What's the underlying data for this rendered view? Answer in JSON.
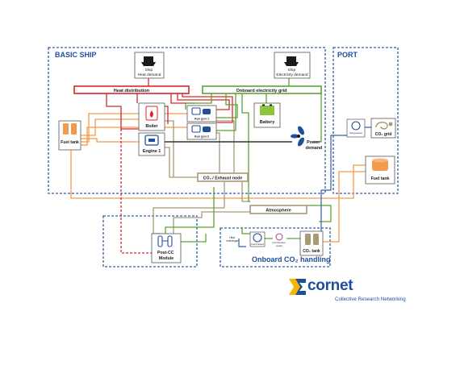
{
  "regions": {
    "basic_ship": "BASIC SHIP",
    "port": "PORT",
    "onboard_co2": "Onboard CO₂ handling"
  },
  "nodes": {
    "ship_heat_demand": [
      "Ship",
      "Heat demand"
    ],
    "ship_electricity_demand": [
      "Ship",
      "Electricity demand"
    ],
    "heat_distribution": "Heat distribution",
    "onboard_electricity_grid": "Onboard electricity grid",
    "boiler": "Boiler",
    "aux_gen_1": "Aux gen 1",
    "aux_gen_2": "Aux gen 2",
    "battery": "Battery",
    "fuel_tank_ship": "Fuel tank",
    "engine_1": "Engine 1",
    "power_demand": [
      "Power",
      "demand"
    ],
    "co2_exhaust_node": "CO₂ / Exhaust node",
    "atmosphere": "Atmosphere",
    "post_cc_module": [
      "Post-CC",
      "Module"
    ],
    "heat_exchanger": [
      "Heat",
      "exchanger"
    ],
    "compressor": "Compressor",
    "condenser": [
      "Compressor",
      "cooler"
    ],
    "co2_tank": "CO₂ tank",
    "port_compressor": "Compressor",
    "co2_grid": "CO₂ grid",
    "fuel_tank_port": "Fuel tank"
  },
  "logo": {
    "name": "cornet",
    "tagline": "Collective Research Networking"
  },
  "colors": {
    "region_border": "#2e5fa8",
    "heat": "#d9262e",
    "electricity": "#5aa532",
    "fuel": "#f39a4c",
    "exhaust": "#a89a74",
    "mechanical": "#333333",
    "co2": "#2e5fa8",
    "brand": "#1f4e9c",
    "brand_accent": "#f5b400"
  }
}
